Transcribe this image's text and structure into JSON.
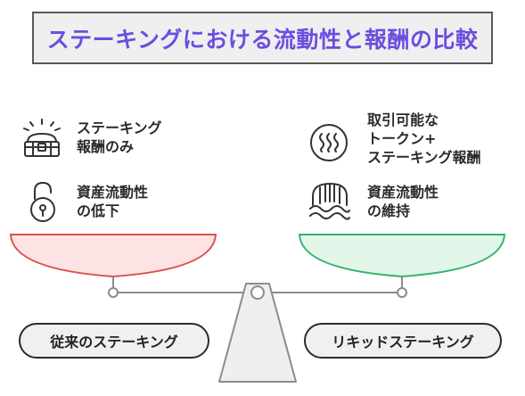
{
  "title": "ステーキングにおける流動性と報酬の比較",
  "left": {
    "items": [
      {
        "line1": "ステーキング",
        "line2": "報酬のみ",
        "icon": "treasure-chest-icon"
      },
      {
        "line1": "資産流動性",
        "line2": "の低下",
        "icon": "padlock-icon"
      }
    ],
    "label": "従来のステーキング"
  },
  "right": {
    "items": [
      {
        "line1": "取引可能な",
        "line2": "トークン+",
        "line3": "ステーキング報酬",
        "icon": "steam-waves-icon"
      },
      {
        "line1": "資産流動性",
        "line2": "の維持",
        "icon": "bridge-water-icon"
      }
    ],
    "label": "リキッドステーキング"
  },
  "colors": {
    "title": "#6b4ee0",
    "left_pan_fill": "#fde3e3",
    "left_pan_stroke": "#d9534f",
    "right_pan_fill": "#e2f6ea",
    "right_pan_stroke": "#34b36b",
    "scale_stroke": "#8c8c8c",
    "scale_fill": "#efefef"
  }
}
